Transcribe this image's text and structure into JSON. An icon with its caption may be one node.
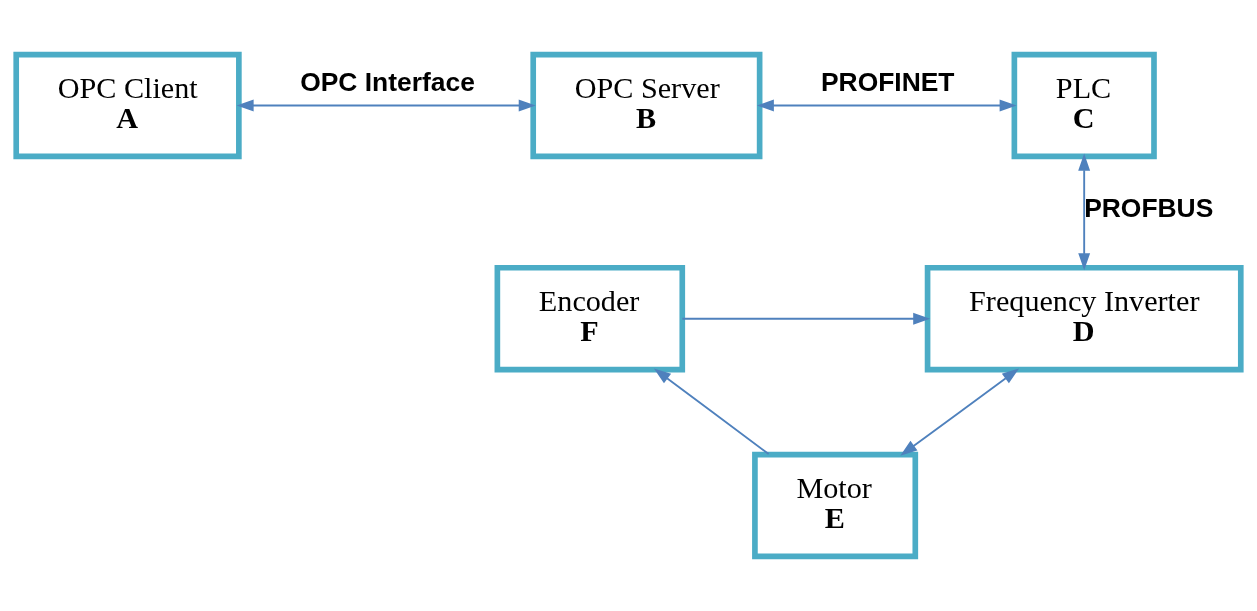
{
  "diagram": {
    "nodes": [
      {
        "text": [
          "OPC Client",
          "A"
        ]
      },
      {
        "text": [
          "OPC Server",
          "B"
        ]
      },
      {
        "text": [
          "PLC",
          "C"
        ]
      },
      {
        "text": [
          "Frequency Inverter",
          "D"
        ]
      },
      {
        "text": [
          "Encoder",
          "F"
        ]
      },
      {
        "text": [
          "Motor",
          "E"
        ]
      }
    ],
    "edges": [
      {
        "from": 0,
        "to": 1,
        "arrow": "both",
        "label": "OPC Interface"
      },
      {
        "from": 1,
        "to": 2,
        "arrow": "both",
        "label": "PROFINET"
      },
      {
        "from": 2,
        "to": 3,
        "arrow": "both",
        "label": "PROFBUS"
      },
      {
        "from": 3,
        "to": 5,
        "arrow": "both"
      },
      {
        "from": 5,
        "to": 4,
        "arrow": "to"
      },
      {
        "from": 4,
        "to": 3,
        "arrow": "to"
      }
    ]
  }
}
